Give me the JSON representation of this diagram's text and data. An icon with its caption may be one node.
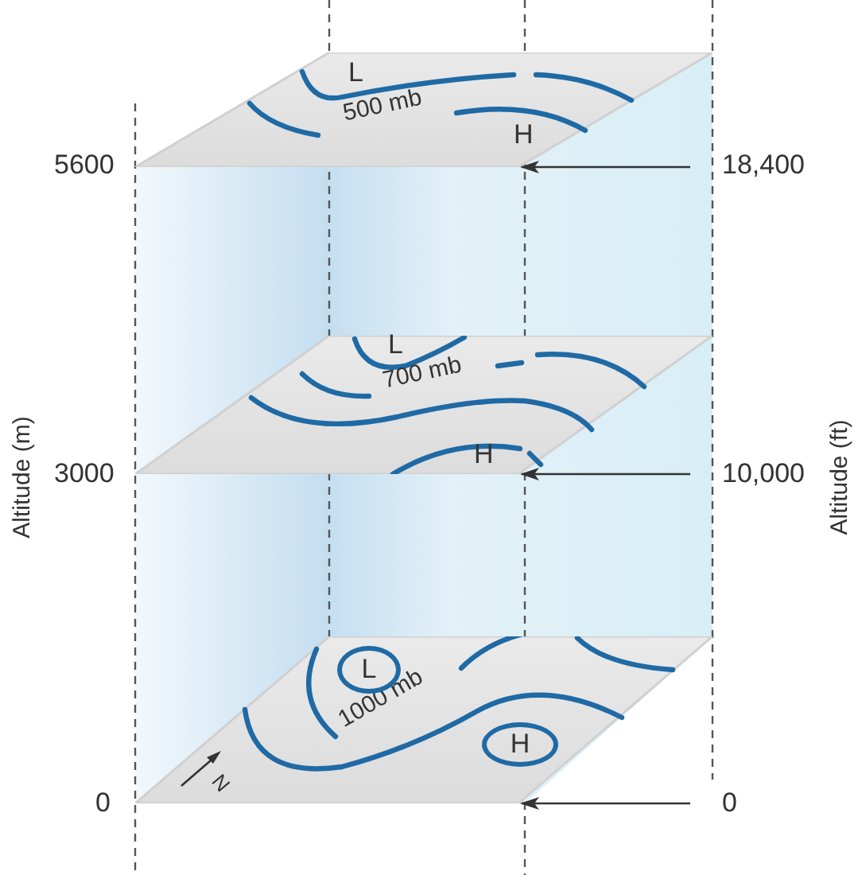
{
  "diagram": {
    "nodes": [
      {
        "text": [
          "L",
          "500 mb",
          "H"
        ]
      },
      {
        "text": [
          "18,400"
        ]
      },
      {
        "text": [
          "L",
          "700 mb",
          "H"
        ]
      },
      {
        "text": [
          "10,000"
        ]
      },
      {
        "text": [
          "1000 mb"
        ]
      },
      {
        "text": [
          "L"
        ],
        "in": 4
      },
      {
        "text": [
          "H"
        ],
        "in": 4
      },
      {
        "text": [
          "0"
        ]
      }
    ],
    "edges": [
      {
        "from": 1,
        "to": 0,
        "arrow": "to"
      },
      {
        "from": 3,
        "to": 2,
        "arrow": "to"
      },
      {
        "from": 7,
        "to": 4,
        "arrow": "to"
      }
    ],
    "labels": [
      "5600",
      "3000",
      "0",
      "Altitude (m)",
      "Altitude (ft)",
      "N"
    ]
  }
}
